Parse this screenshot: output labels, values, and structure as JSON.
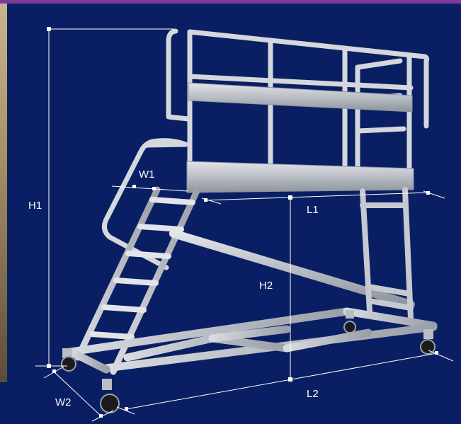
{
  "dimensions": {
    "H1": "H1",
    "H2": "H2",
    "W1": "W1",
    "W2": "W2",
    "L1": "L1",
    "L2": "L2"
  },
  "colors": {
    "background": "#0a1f63",
    "top_bar": "#7b3c95",
    "dimension_line": "#ffffff",
    "aluminum": "#c9ccd2",
    "aluminum_dark": "#8d939c"
  }
}
